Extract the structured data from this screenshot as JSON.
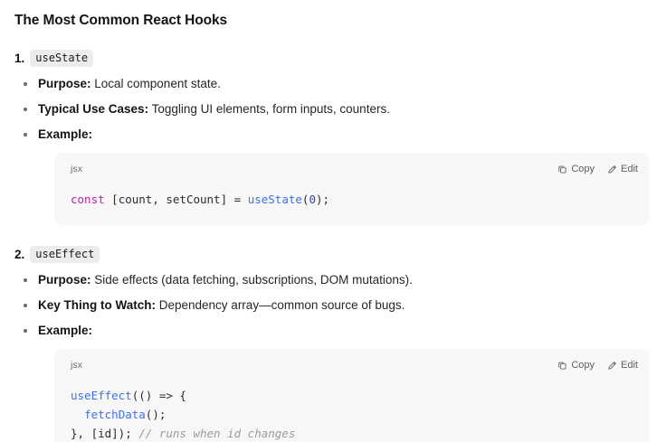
{
  "document": {
    "title": "The Most Common React Hooks"
  },
  "sections": [
    {
      "number": "1.",
      "hook": "useState",
      "bullets": [
        {
          "label": "Purpose:",
          "text": " Local component state."
        },
        {
          "label": "Typical Use Cases:",
          "text": " Toggling UI elements, form inputs, counters."
        },
        {
          "label": "Example:",
          "text": ""
        }
      ],
      "code": {
        "lang": "jsx",
        "copy_label": "Copy",
        "edit_label": "Edit",
        "tokens": [
          {
            "t": "const",
            "c": "keyword"
          },
          {
            "t": " [count, setCount] = ",
            "c": "plain"
          },
          {
            "t": "useState",
            "c": "func"
          },
          {
            "t": "(",
            "c": "plain"
          },
          {
            "t": "0",
            "c": "num"
          },
          {
            "t": ");",
            "c": "plain"
          }
        ]
      }
    },
    {
      "number": "2.",
      "hook": "useEffect",
      "bullets": [
        {
          "label": "Purpose:",
          "text": " Side effects (data fetching, subscriptions, DOM mutations)."
        },
        {
          "label": "Key Thing to Watch:",
          "text": " Dependency array—common source of bugs."
        },
        {
          "label": "Example:",
          "text": ""
        }
      ],
      "code": {
        "lang": "jsx",
        "copy_label": "Copy",
        "edit_label": "Edit",
        "tokens": [
          {
            "t": "useEffect",
            "c": "func"
          },
          {
            "t": "(() => {\n  ",
            "c": "plain"
          },
          {
            "t": "fetchData",
            "c": "func"
          },
          {
            "t": "();\n}, [id]); ",
            "c": "plain"
          },
          {
            "t": "// runs when id changes",
            "c": "comment"
          }
        ]
      }
    }
  ],
  "icons": {
    "copy": "copy-icon",
    "edit": "pencil-icon"
  },
  "colors": {
    "keyword": "#b526a8",
    "function": "#3f72e0",
    "number": "#2b3fbb",
    "comment": "#9b9b9b",
    "code_background": "#f7f7f7",
    "chip_background": "#ececec"
  }
}
